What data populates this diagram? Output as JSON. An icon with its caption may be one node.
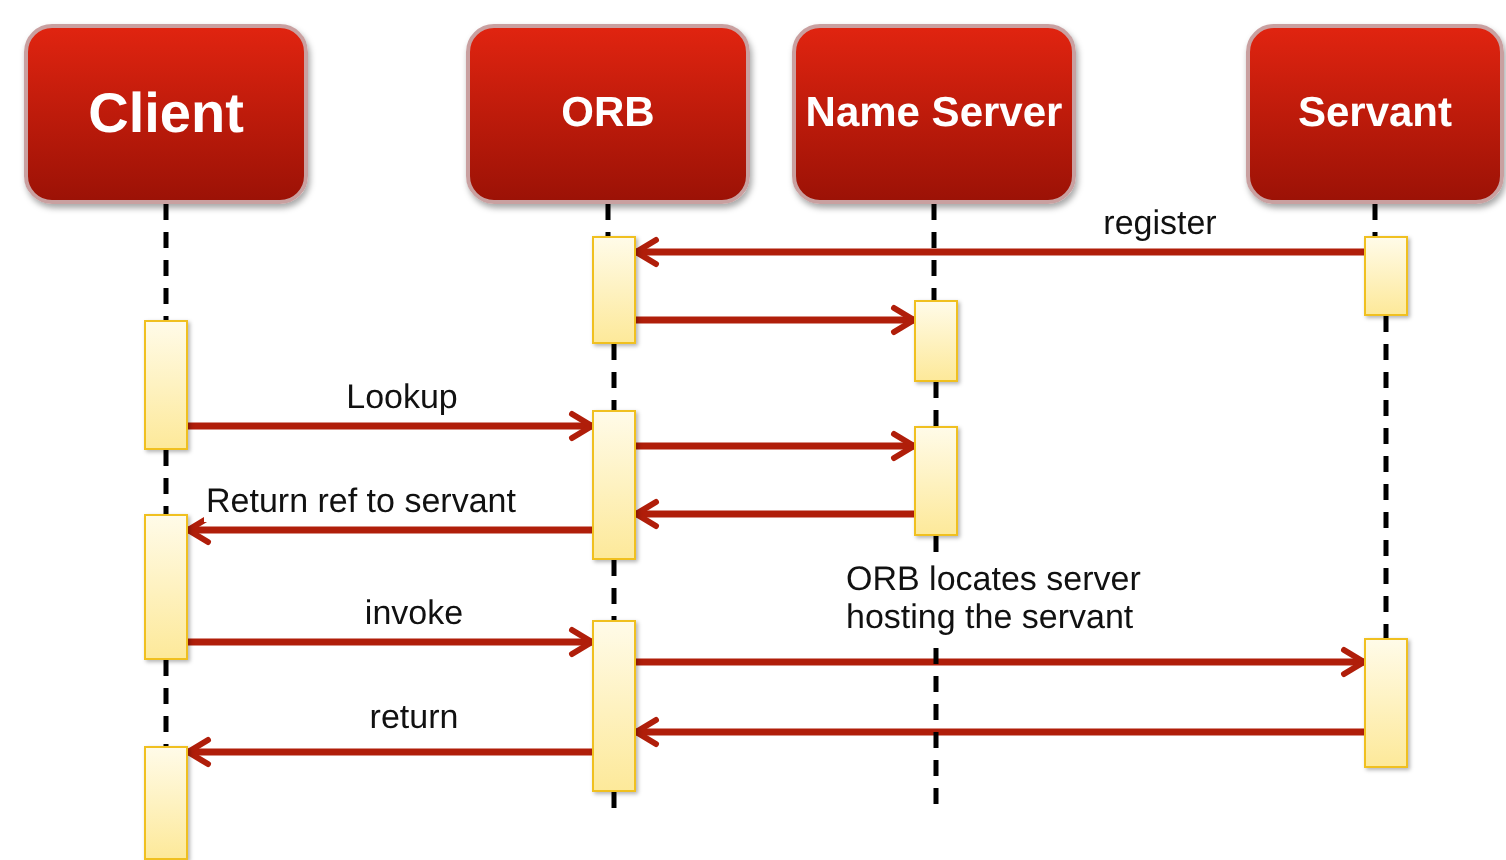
{
  "diagram": {
    "nodes": [
      {
        "text": [
          "Client"
        ]
      },
      {
        "text": [
          "ORB"
        ]
      },
      {
        "text": [
          "Name Server"
        ]
      },
      {
        "text": [
          "Servant"
        ]
      },
      {
        "text": [],
        "shape": "bar"
      },
      {
        "text": [],
        "shape": "bar"
      },
      {
        "text": [],
        "shape": "bar"
      },
      {
        "text": [],
        "shape": "bar"
      },
      {
        "text": [],
        "shape": "bar"
      },
      {
        "text": [],
        "shape": "bar"
      },
      {
        "text": [],
        "shape": "bar"
      },
      {
        "text": [],
        "shape": "bar"
      },
      {
        "text": [],
        "shape": "bar"
      },
      {
        "text": [],
        "shape": "bar"
      }
    ],
    "edges": [
      {
        "from": 12,
        "to": 7,
        "arrow": "to",
        "label": "register",
        "color": "#b01e0a"
      },
      {
        "from": 7,
        "to": 10,
        "arrow": "to",
        "color": "#b01e0a"
      },
      {
        "from": 4,
        "to": 8,
        "arrow": "to",
        "label": "Lookup",
        "color": "#b01e0a"
      },
      {
        "from": 8,
        "to": 11,
        "arrow": "to",
        "color": "#b01e0a"
      },
      {
        "from": 11,
        "to": 8,
        "arrow": "to",
        "color": "#b01e0a"
      },
      {
        "from": 8,
        "to": 5,
        "arrow": "to",
        "label": "Return ref to servant",
        "color": "#b01e0a"
      },
      {
        "from": 5,
        "to": 9,
        "arrow": "to",
        "label": "invoke",
        "color": "#b01e0a"
      },
      {
        "from": 9,
        "to": 13,
        "arrow": "to",
        "label": "ORB locates server hosting the servant",
        "color": "#b01e0a"
      },
      {
        "from": 13,
        "to": 9,
        "arrow": "to",
        "color": "#b01e0a"
      },
      {
        "from": 9,
        "to": 6,
        "arrow": "to",
        "label": "return",
        "color": "#b01e0a"
      },
      {
        "from": 0,
        "to": 4,
        "arrow": "none",
        "style": "dashed"
      },
      {
        "from": 4,
        "to": 5,
        "arrow": "none",
        "style": "dashed"
      },
      {
        "from": 5,
        "to": 6,
        "arrow": "none",
        "style": "dashed"
      },
      {
        "from": 1,
        "to": 7,
        "arrow": "none",
        "style": "dashed"
      },
      {
        "from": 7,
        "to": 8,
        "arrow": "none",
        "style": "dashed"
      },
      {
        "from": 8,
        "to": 9,
        "arrow": "none",
        "style": "dashed"
      },
      {
        "from": 9,
        "to": null,
        "arrow": "none",
        "style": "dashed"
      },
      {
        "from": 2,
        "to": 10,
        "arrow": "none",
        "style": "dashed"
      },
      {
        "from": 10,
        "to": 11,
        "arrow": "none",
        "style": "dashed"
      },
      {
        "from": 11,
        "to": null,
        "arrow": "none",
        "style": "dashed"
      },
      {
        "from": 3,
        "to": 12,
        "arrow": "none",
        "style": "dashed"
      },
      {
        "from": 12,
        "to": 13,
        "arrow": "none",
        "style": "dashed"
      }
    ]
  }
}
